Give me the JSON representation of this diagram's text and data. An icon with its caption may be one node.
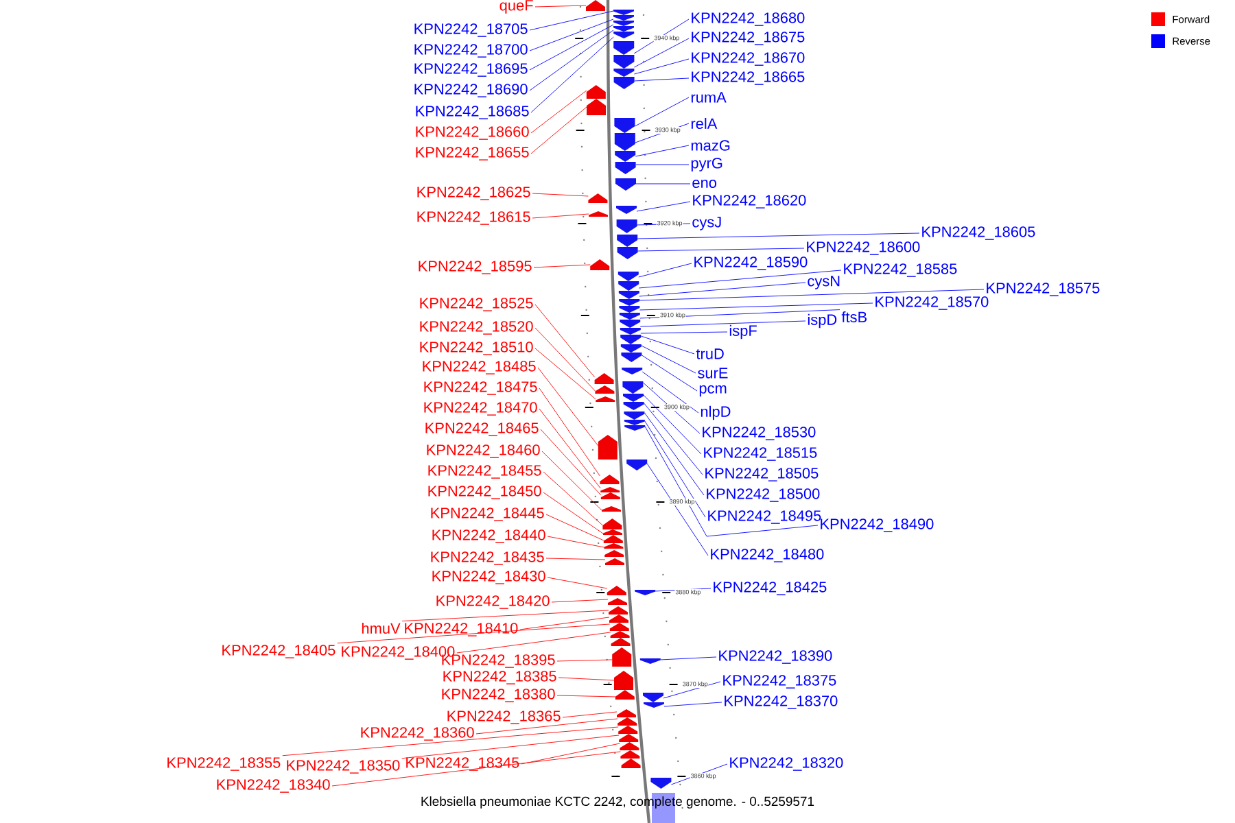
{
  "diagram": {
    "caption": "Klebsiella pneumoniae KCTC 2242, complete genome. - 0..5259571",
    "nodes": [
      {
        "text": [
          "queF"
        ]
      },
      {
        "text": [
          "KPN2242_18705"
        ]
      },
      {
        "text": [
          "KPN2242_18700"
        ]
      },
      {
        "text": [
          "KPN2242_18695"
        ]
      },
      {
        "text": [
          "KPN2242_18690"
        ]
      },
      {
        "text": [
          "KPN2242_18685"
        ]
      },
      {
        "text": [
          "KPN2242_18660"
        ]
      },
      {
        "text": [
          "KPN2242_18655"
        ]
      },
      {
        "text": [
          "KPN2242_18625"
        ]
      },
      {
        "text": [
          "KPN2242_18615"
        ]
      },
      {
        "text": [
          "KPN2242_18595"
        ]
      },
      {
        "text": [
          "KPN2242_18525"
        ]
      },
      {
        "text": [
          "KPN2242_18520"
        ]
      },
      {
        "text": [
          "KPN2242_18510"
        ]
      },
      {
        "text": [
          "KPN2242_18485"
        ]
      },
      {
        "text": [
          "KPN2242_18475"
        ]
      },
      {
        "text": [
          "KPN2242_18470"
        ]
      },
      {
        "text": [
          "KPN2242_18465"
        ]
      },
      {
        "text": [
          "KPN2242_18460"
        ]
      },
      {
        "text": [
          "KPN2242_18455"
        ]
      },
      {
        "text": [
          "KPN2242_18450"
        ]
      },
      {
        "text": [
          "KPN2242_18445"
        ]
      },
      {
        "text": [
          "KPN2242_18440"
        ]
      },
      {
        "text": [
          "KPN2242_18435"
        ]
      },
      {
        "text": [
          "KPN2242_18430"
        ]
      },
      {
        "text": [
          "KPN2242_18420"
        ]
      },
      {
        "text": [
          "hmuV"
        ]
      },
      {
        "text": [
          "KPN2242_18410"
        ]
      },
      {
        "text": [
          "KPN2242_18405"
        ]
      },
      {
        "text": [
          "KPN2242_18400"
        ]
      },
      {
        "text": [
          "KPN2242_18395"
        ]
      },
      {
        "text": [
          "KPN2242_18385"
        ]
      },
      {
        "text": [
          "KPN2242_18380"
        ]
      },
      {
        "text": [
          "KPN2242_18365"
        ]
      },
      {
        "text": [
          "KPN2242_18360"
        ]
      },
      {
        "text": [
          "KPN2242_18355"
        ]
      },
      {
        "text": [
          "KPN2242_18350"
        ]
      },
      {
        "text": [
          "KPN2242_18345"
        ]
      },
      {
        "text": [
          "KPN2242_18340"
        ]
      },
      {
        "text": [
          "KPN2242_18680"
        ]
      },
      {
        "text": [
          "KPN2242_18675"
        ]
      },
      {
        "text": [
          "KPN2242_18670"
        ]
      },
      {
        "text": [
          "KPN2242_18665"
        ]
      },
      {
        "text": [
          "rumA"
        ]
      },
      {
        "text": [
          "relA"
        ]
      },
      {
        "text": [
          "mazG"
        ]
      },
      {
        "text": [
          "pyrG"
        ]
      },
      {
        "text": [
          "eno"
        ]
      },
      {
        "text": [
          "KPN2242_18620"
        ]
      },
      {
        "text": [
          "cysJ"
        ]
      },
      {
        "text": [
          "KPN2242_18605"
        ]
      },
      {
        "text": [
          "KPN2242_18600"
        ]
      },
      {
        "text": [
          "KPN2242_18590"
        ]
      },
      {
        "text": [
          "KPN2242_18585"
        ]
      },
      {
        "text": [
          "cysN"
        ]
      },
      {
        "text": [
          "KPN2242_18575"
        ]
      },
      {
        "text": [
          "KPN2242_18570"
        ]
      },
      {
        "text": [
          "ftsB"
        ]
      },
      {
        "text": [
          "ispD"
        ]
      },
      {
        "text": [
          "ispF"
        ]
      },
      {
        "text": [
          "truD"
        ]
      },
      {
        "text": [
          "surE"
        ]
      },
      {
        "text": [
          "pcm"
        ]
      },
      {
        "text": [
          "nlpD"
        ]
      },
      {
        "text": [
          "KPN2242_18530"
        ]
      },
      {
        "text": [
          "KPN2242_18515"
        ]
      },
      {
        "text": [
          "KPN2242_18505"
        ]
      },
      {
        "text": [
          "KPN2242_18500"
        ]
      },
      {
        "text": [
          "KPN2242_18495"
        ]
      },
      {
        "text": [
          "KPN2242_18490"
        ]
      },
      {
        "text": [
          "KPN2242_18480"
        ]
      },
      {
        "text": [
          "KPN2242_18425"
        ]
      },
      {
        "text": [
          "KPN2242_18390"
        ]
      },
      {
        "text": [
          "KPN2242_18375"
        ]
      },
      {
        "text": [
          "KPN2242_18370"
        ]
      },
      {
        "text": [
          "KPN2242_18320"
        ]
      },
      {
        "text": [],
        "shape": "arrow"
      },
      {
        "text": [],
        "shape": "arrow"
      },
      {
        "text": [],
        "shape": "arrow"
      },
      {
        "text": [],
        "shape": "arrow"
      },
      {
        "text": [],
        "shape": "arrow"
      },
      {
        "text": [],
        "shape": "arrow"
      },
      {
        "text": [],
        "shape": "arrow"
      },
      {
        "text": [],
        "shape": "arrow"
      },
      {
        "text": [],
        "shape": "arrow"
      },
      {
        "text": [],
        "shape": "arrow"
      },
      {
        "text": [],
        "shape": "arrow"
      },
      {
        "text": [],
        "shape": "arrow"
      },
      {
        "text": [],
        "shape": "arrow"
      },
      {
        "text": [],
        "shape": "arrow"
      },
      {
        "text": [],
        "shape": "arrow"
      },
      {
        "text": [],
        "shape": "arrow"
      },
      {
        "text": [],
        "shape": "arrow"
      },
      {
        "text": [],
        "shape": "arrow"
      },
      {
        "text": [],
        "shape": "arrow"
      },
      {
        "text": [],
        "shape": "arrow"
      },
      {
        "text": [],
        "shape": "arrow"
      },
      {
        "text": [],
        "shape": "arrow"
      },
      {
        "text": [],
        "shape": "arrow"
      },
      {
        "text": [],
        "shape": "arrow"
      },
      {
        "text": [],
        "shape": "arrow"
      },
      {
        "text": [],
        "shape": "arrow"
      },
      {
        "text": [],
        "shape": "arrow"
      },
      {
        "text": [],
        "shape": "arrow"
      },
      {
        "text": [],
        "shape": "arrow"
      },
      {
        "text": [],
        "shape": "arrow"
      },
      {
        "text": [],
        "shape": "arrow"
      },
      {
        "text": [],
        "shape": "arrow"
      },
      {
        "text": [],
        "shape": "arrow"
      },
      {
        "text": [],
        "shape": "arrow"
      },
      {
        "text": [],
        "shape": "arrow"
      },
      {
        "text": [],
        "shape": "arrow"
      },
      {
        "text": [],
        "shape": "arrow"
      },
      {
        "text": [],
        "shape": "arrow"
      },
      {
        "text": [],
        "shape": "arrow"
      },
      {
        "text": [],
        "shape": "arrow"
      },
      {
        "text": [],
        "shape": "arrow"
      },
      {
        "text": [],
        "shape": "arrow"
      },
      {
        "text": [],
        "shape": "arrow"
      },
      {
        "text": [],
        "shape": "arrow"
      },
      {
        "text": [],
        "shape": "arrow"
      },
      {
        "text": [],
        "shape": "arrow"
      },
      {
        "text": [],
        "shape": "arrow"
      },
      {
        "text": [],
        "shape": "arrow"
      },
      {
        "text": [],
        "shape": "arrow"
      },
      {
        "text": [],
        "shape": "arrow"
      },
      {
        "text": [],
        "shape": "arrow"
      },
      {
        "text": [],
        "shape": "arrow"
      },
      {
        "text": [],
        "shape": "arrow"
      },
      {
        "text": [],
        "shape": "arrow"
      },
      {
        "text": [],
        "shape": "arrow"
      },
      {
        "text": [],
        "shape": "arrow"
      },
      {
        "text": [],
        "shape": "arrow"
      },
      {
        "text": [],
        "shape": "arrow"
      },
      {
        "text": [],
        "shape": "arrow"
      },
      {
        "text": [],
        "shape": "arrow"
      },
      {
        "text": [],
        "shape": "arrow"
      },
      {
        "text": [],
        "shape": "arrow"
      },
      {
        "text": [],
        "shape": "arrow"
      },
      {
        "text": [],
        "shape": "arrow"
      },
      {
        "text": [],
        "shape": "arrow"
      },
      {
        "text": [],
        "shape": "arrow"
      },
      {
        "text": [],
        "shape": "arrow"
      },
      {
        "text": [],
        "shape": "arrow"
      },
      {
        "text": [],
        "shape": "arrow"
      },
      {
        "text": [],
        "shape": "arrow"
      },
      {
        "text": [],
        "shape": "arrow"
      },
      {
        "text": [],
        "shape": "arrow"
      },
      {
        "text": [],
        "shape": "arrow"
      },
      {
        "text": [],
        "shape": "arrow"
      },
      {
        "text": [],
        "shape": "arrow"
      },
      {
        "text": [],
        "shape": "arrow"
      },
      {
        "text": [],
        "shape": "arrow"
      },
      {
        "text": [],
        "shape": "arrow"
      },
      {
        "text": [],
        "shape": "arrow"
      }
    ],
    "edges": [
      {
        "from": 0,
        "to": 76,
        "arrow": "none",
        "color": "#ff0000"
      },
      {
        "from": 1,
        "to": 77,
        "arrow": "none"
      },
      {
        "from": 2,
        "to": 78,
        "arrow": "none"
      },
      {
        "from": 3,
        "to": 79,
        "arrow": "none"
      },
      {
        "from": 4,
        "to": 80,
        "arrow": "none"
      },
      {
        "from": 5,
        "to": 81,
        "arrow": "none"
      },
      {
        "from": 6,
        "to": 86,
        "arrow": "none",
        "color": "#ff0000"
      },
      {
        "from": 7,
        "to": 87,
        "arrow": "none",
        "color": "#ff0000"
      },
      {
        "from": 8,
        "to": 93,
        "arrow": "none",
        "color": "#ff0000"
      },
      {
        "from": 9,
        "to": 95,
        "arrow": "none",
        "color": "#ff0000"
      },
      {
        "from": 10,
        "to": 99,
        "arrow": "none",
        "color": "#ff0000"
      },
      {
        "from": 11,
        "to": 112,
        "arrow": "none",
        "color": "#ff0000"
      },
      {
        "from": 12,
        "to": 114,
        "arrow": "none",
        "color": "#ff0000"
      },
      {
        "from": 13,
        "to": 116,
        "arrow": "none",
        "color": "#ff0000"
      },
      {
        "from": 14,
        "to": 121,
        "arrow": "none",
        "color": "#ff0000"
      },
      {
        "from": 15,
        "to": 123,
        "arrow": "none",
        "color": "#ff0000"
      },
      {
        "from": 16,
        "to": 124,
        "arrow": "none",
        "color": "#ff0000"
      },
      {
        "from": 17,
        "to": 125,
        "arrow": "none",
        "color": "#ff0000"
      },
      {
        "from": 18,
        "to": 126,
        "arrow": "none",
        "color": "#ff0000"
      },
      {
        "from": 19,
        "to": 127,
        "arrow": "none",
        "color": "#ff0000"
      },
      {
        "from": 20,
        "to": 128,
        "arrow": "none",
        "color": "#ff0000"
      },
      {
        "from": 21,
        "to": 129,
        "arrow": "none",
        "color": "#ff0000"
      },
      {
        "from": 22,
        "to": 130,
        "arrow": "none",
        "color": "#ff0000"
      },
      {
        "from": 23,
        "to": 132,
        "arrow": "none",
        "color": "#ff0000"
      },
      {
        "from": 24,
        "to": 133,
        "arrow": "none",
        "color": "#ff0000"
      },
      {
        "from": 25,
        "to": 135,
        "arrow": "none",
        "color": "#ff0000"
      },
      {
        "from": 26,
        "to": 136,
        "arrow": "none",
        "color": "#ff0000"
      },
      {
        "from": 27,
        "to": 137,
        "arrow": "none",
        "color": "#ff0000"
      },
      {
        "from": 28,
        "to": 138,
        "arrow": "none",
        "color": "#ff0000"
      },
      {
        "from": 29,
        "to": 139,
        "arrow": "none",
        "color": "#ff0000"
      },
      {
        "from": 30,
        "to": 141,
        "arrow": "none",
        "color": "#ff0000"
      },
      {
        "from": 31,
        "to": 143,
        "arrow": "none",
        "color": "#ff0000"
      },
      {
        "from": 32,
        "to": 144,
        "arrow": "none",
        "color": "#ff0000"
      },
      {
        "from": 33,
        "to": 147,
        "arrow": "none",
        "color": "#ff0000"
      },
      {
        "from": 34,
        "to": 148,
        "arrow": "none",
        "color": "#ff0000"
      },
      {
        "from": 35,
        "to": 149,
        "arrow": "none",
        "color": "#ff0000"
      },
      {
        "from": 36,
        "to": 150,
        "arrow": "none",
        "color": "#ff0000"
      },
      {
        "from": 37,
        "to": 151,
        "arrow": "none",
        "color": "#ff0000"
      },
      {
        "from": 38,
        "to": 152,
        "arrow": "none",
        "color": "#ff0000"
      },
      {
        "from": 39,
        "to": 82,
        "arrow": "none"
      },
      {
        "from": 40,
        "to": 83,
        "arrow": "none"
      },
      {
        "from": 41,
        "to": 84,
        "arrow": "none"
      },
      {
        "from": 42,
        "to": 85,
        "arrow": "none"
      },
      {
        "from": 43,
        "to": 88,
        "arrow": "none"
      },
      {
        "from": 44,
        "to": 89,
        "arrow": "none"
      },
      {
        "from": 45,
        "to": 90,
        "arrow": "none"
      },
      {
        "from": 46,
        "to": 91,
        "arrow": "none"
      },
      {
        "from": 47,
        "to": 92,
        "arrow": "none"
      },
      {
        "from": 48,
        "to": 94,
        "arrow": "none"
      },
      {
        "from": 49,
        "to": 96,
        "arrow": "none"
      },
      {
        "from": 50,
        "to": 97,
        "arrow": "none"
      },
      {
        "from": 51,
        "to": 98,
        "arrow": "none"
      },
      {
        "from": 52,
        "to": 100,
        "arrow": "none"
      },
      {
        "from": 53,
        "to": 101,
        "arrow": "none"
      },
      {
        "from": 54,
        "to": 102,
        "arrow": "none"
      },
      {
        "from": 55,
        "to": 103,
        "arrow": "none"
      },
      {
        "from": 56,
        "to": 104,
        "arrow": "none"
      },
      {
        "from": 57,
        "to": 105,
        "arrow": "none"
      },
      {
        "from": 58,
        "to": 106,
        "arrow": "none"
      },
      {
        "from": 59,
        "to": 107,
        "arrow": "none"
      },
      {
        "from": 60,
        "to": 108,
        "arrow": "none"
      },
      {
        "from": 61,
        "to": 109,
        "arrow": "none"
      },
      {
        "from": 62,
        "to": 110,
        "arrow": "none"
      },
      {
        "from": 63,
        "to": 111,
        "arrow": "none"
      },
      {
        "from": 64,
        "to": 113,
        "arrow": "none"
      },
      {
        "from": 65,
        "to": 115,
        "arrow": "none"
      },
      {
        "from": 66,
        "to": 117,
        "arrow": "none"
      },
      {
        "from": 67,
        "to": 118,
        "arrow": "none"
      },
      {
        "from": 68,
        "to": 119,
        "arrow": "none"
      },
      {
        "from": 69,
        "to": 120,
        "arrow": "none"
      },
      {
        "from": 70,
        "to": 122,
        "arrow": "none"
      },
      {
        "from": 71,
        "to": 134,
        "arrow": "none"
      },
      {
        "from": 72,
        "to": 142,
        "arrow": "none"
      },
      {
        "from": 73,
        "to": 145,
        "arrow": "none"
      },
      {
        "from": 74,
        "to": 146,
        "arrow": "none"
      },
      {
        "from": 75,
        "to": 154,
        "arrow": "none"
      }
    ],
    "labels": [
      "3940 kbp",
      "3930 kbp",
      "3920 kbp",
      "3910 kbp",
      "3900 kbp",
      "3890 kbp",
      "3880 kbp",
      "3870 kbp",
      "3860 kbp"
    ],
    "legend": [
      {
        "text": "Forward",
        "color": "#ff0000"
      },
      {
        "text": "Reverse",
        "color": "#0000ff"
      }
    ]
  }
}
